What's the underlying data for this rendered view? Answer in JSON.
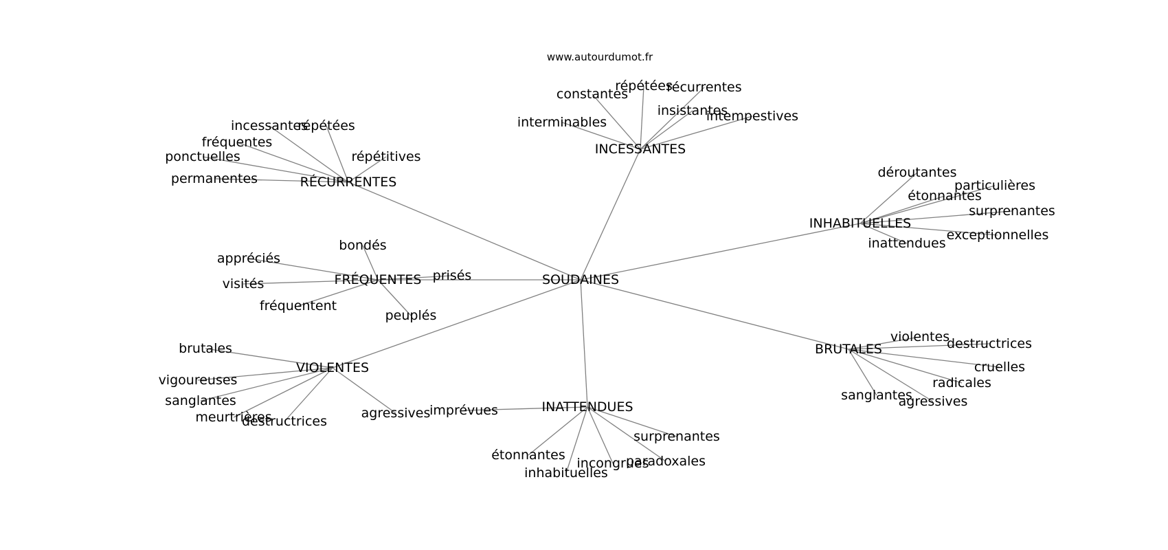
{
  "source": "www.autourdumot.fr",
  "graph": {
    "center": "SOUDAINES",
    "hubs": [
      {
        "id": "recurrentes",
        "label": "RÉCURRENTES",
        "children": [
          "incessantes",
          "répétées",
          "fréquentes",
          "ponctuelles",
          "répétitives",
          "permanentes"
        ]
      },
      {
        "id": "incessantes",
        "label": "INCESSANTES",
        "children": [
          "constantes",
          "répétées",
          "récurrentes",
          "interminables",
          "insistantes",
          "intempestives"
        ]
      },
      {
        "id": "inhabituelles",
        "label": "INHABITUELLES",
        "children": [
          "déroutantes",
          "particulières",
          "étonnantes",
          "surprenantes",
          "exceptionnelles",
          "inattendues"
        ]
      },
      {
        "id": "frequentes",
        "label": "FRÉQUENTES",
        "children": [
          "bondés",
          "appréciés",
          "visités",
          "fréquentent",
          "prisés",
          "peuplés"
        ]
      },
      {
        "id": "violentes",
        "label": "VIOLENTES",
        "children": [
          "brutales",
          "vigoureuses",
          "sanglantes",
          "meurtrières",
          "destructrices",
          "agressives"
        ]
      },
      {
        "id": "inattendues",
        "label": "INATTENDUES",
        "children": [
          "imprévues",
          "étonnantes",
          "inhabituelles",
          "incongrues",
          "paradoxales",
          "surprenantes"
        ]
      },
      {
        "id": "brutales",
        "label": "BRUTALES",
        "children": [
          "violentes",
          "destructrices",
          "cruelles",
          "radicales",
          "sanglantes",
          "agressives"
        ]
      }
    ]
  }
}
